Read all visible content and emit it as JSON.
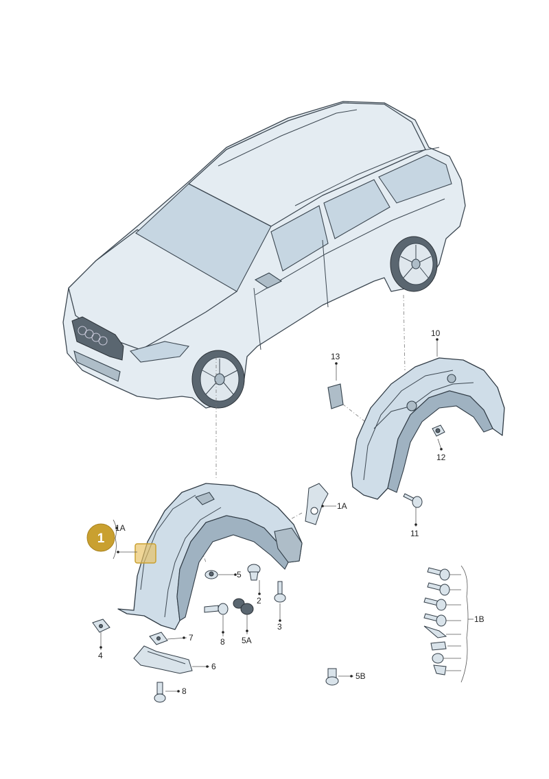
{
  "diagram": {
    "callouts": [
      {
        "id": "c1",
        "text": "1"
      }
    ],
    "labels": [
      {
        "id": "l1A_left",
        "text": "1A"
      },
      {
        "id": "l1A_right",
        "text": "1A"
      },
      {
        "id": "l1B",
        "text": "1B"
      },
      {
        "id": "l2",
        "text": "2"
      },
      {
        "id": "l3",
        "text": "3"
      },
      {
        "id": "l4",
        "text": "4"
      },
      {
        "id": "l5",
        "text": "5"
      },
      {
        "id": "l5A",
        "text": "5A"
      },
      {
        "id": "l5B",
        "text": "5B"
      },
      {
        "id": "l6",
        "text": "6"
      },
      {
        "id": "l7",
        "text": "7"
      },
      {
        "id": "l8a",
        "text": "8"
      },
      {
        "id": "l8b",
        "text": "8"
      },
      {
        "id": "l10",
        "text": "10"
      },
      {
        "id": "l11",
        "text": "11"
      },
      {
        "id": "l12",
        "text": "12"
      },
      {
        "id": "l13",
        "text": "13"
      }
    ],
    "colors": {
      "callout_fill": "#c9a030",
      "callout_text": "#ffffff",
      "highlight": "#e8c060"
    }
  }
}
